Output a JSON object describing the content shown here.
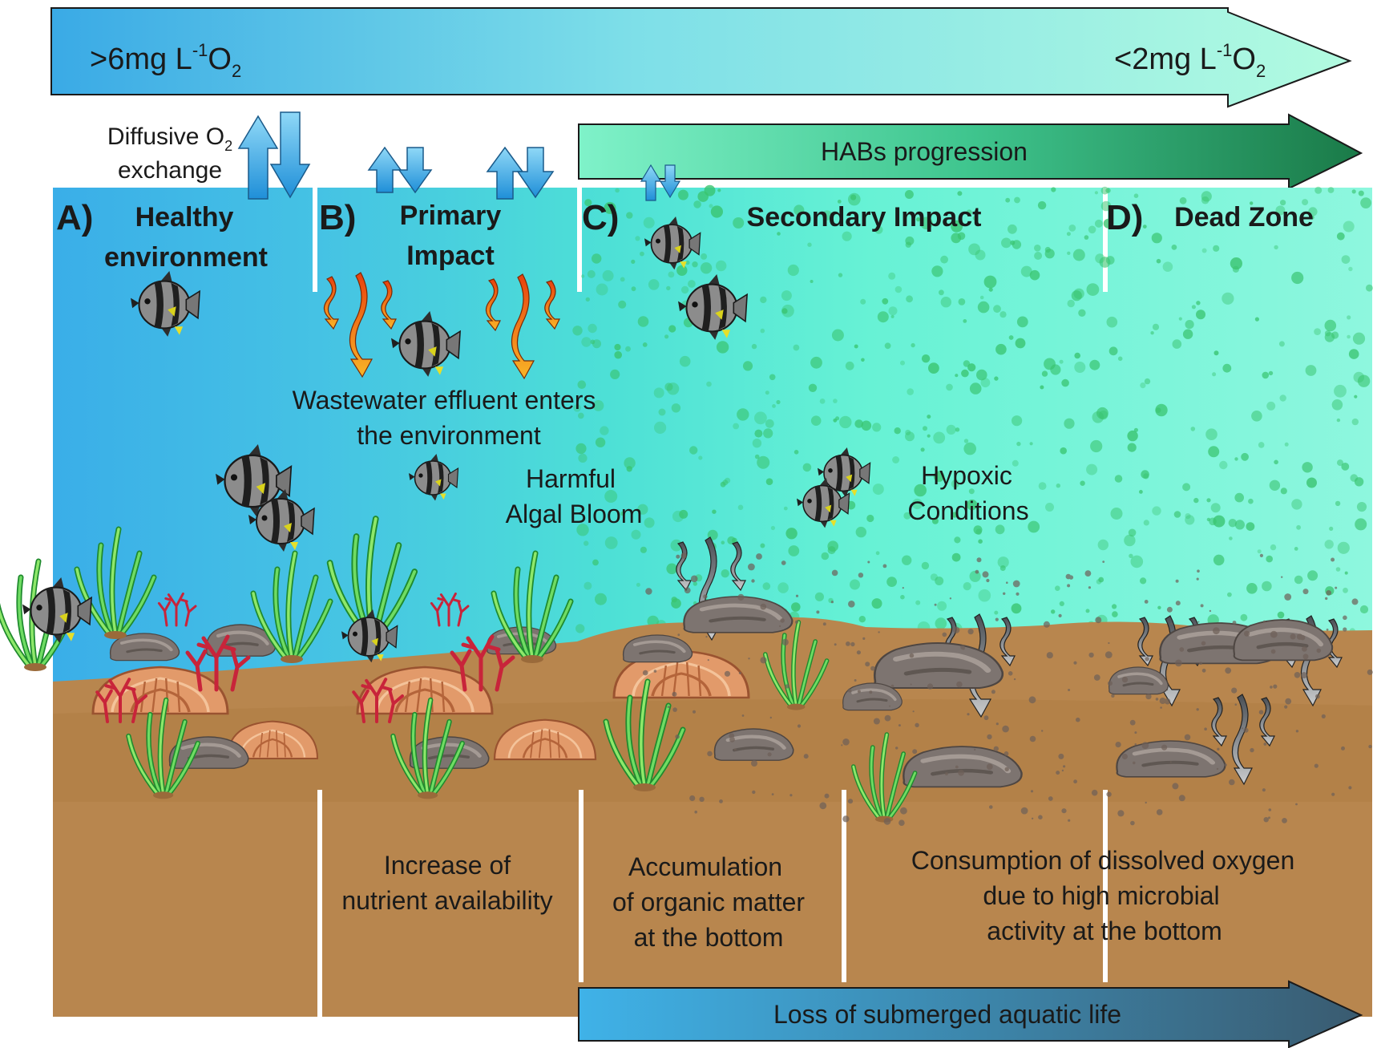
{
  "oxygen_gradient": {
    "high_label": ">6mg L",
    "high_sup": "-1",
    "high_species": "O",
    "high_sub": "2",
    "low_label": "<2mg L",
    "low_sup": "-1",
    "low_species": "O",
    "low_sub": "2"
  },
  "diffusive": {
    "line1_main": "Diffusive O",
    "line1_sub": "2",
    "line2": "exchange"
  },
  "habs_progression": "HABs progression",
  "loss_label": "Loss of submerged aquatic life",
  "panels": [
    {
      "letter": "A)",
      "title_lines": [
        "Healthy",
        "environment"
      ]
    },
    {
      "letter": "B)",
      "title_lines": [
        "Primary",
        "Impact"
      ]
    },
    {
      "letter": "C)",
      "title_lines": [
        "Secondary Impact"
      ]
    },
    {
      "letter": "D)",
      "title_lines": [
        "Dead Zone"
      ]
    }
  ],
  "water_labels": {
    "wastewater": [
      "Wastewater effluent enters",
      "the environment"
    ],
    "hab": [
      "Harmful",
      "Algal Bloom"
    ],
    "hypoxic": [
      "Hypoxic",
      "Conditions"
    ]
  },
  "bottom_labels": {
    "nutrient": [
      "Increase of",
      "nutrient availability"
    ],
    "organic": [
      "Accumulation",
      "of organic matter",
      "at the bottom"
    ],
    "consumption": [
      "Consumption of dissolved oxygen",
      "due to high microbial",
      "activity at the bottom"
    ]
  },
  "colors": {
    "healthy_water": "#3aaee8",
    "dead_zone_water": "#8ef7de",
    "sediment": "#b8864e",
    "habs_arrow_end": "#1a7a48",
    "loss_arrow_end": "#3a5b70"
  }
}
